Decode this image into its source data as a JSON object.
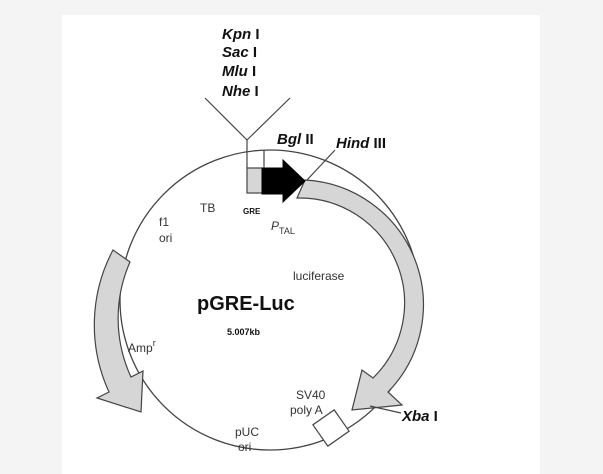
{
  "plasmid": {
    "name": "pGRE-Luc",
    "size": "5.007kb"
  },
  "features": {
    "tb": "TB",
    "gre": "GRE",
    "ptal_p": "P",
    "ptal_sub": "TAL",
    "luciferase": "luciferase",
    "f1": "f1",
    "f1_ori": "ori",
    "amp": "Amp",
    "amp_sup": "r",
    "puc": "pUC",
    "puc_ori": "ori",
    "sv40": "SV40",
    "sv40_polya": "poly A"
  },
  "sites": {
    "kpn": {
      "italic": "Kpn",
      "suffix": " I"
    },
    "sac": {
      "italic": "Sac",
      "suffix": " I"
    },
    "mlu": {
      "italic": "Mlu",
      "suffix": " I"
    },
    "nhe": {
      "italic": "Nhe",
      "suffix": " I"
    },
    "bgl": {
      "italic": "Bgl",
      "suffix": " II"
    },
    "hind": {
      "italic": "Hind",
      "suffix": " III"
    },
    "xba": {
      "italic": "Xba",
      "suffix": " I"
    }
  },
  "colors": {
    "backbone": "#444444",
    "feature_fill": "#d6d6d6",
    "promoter_fill": "#000000",
    "panel": "#ffffff",
    "page": "#f4f4f4"
  }
}
